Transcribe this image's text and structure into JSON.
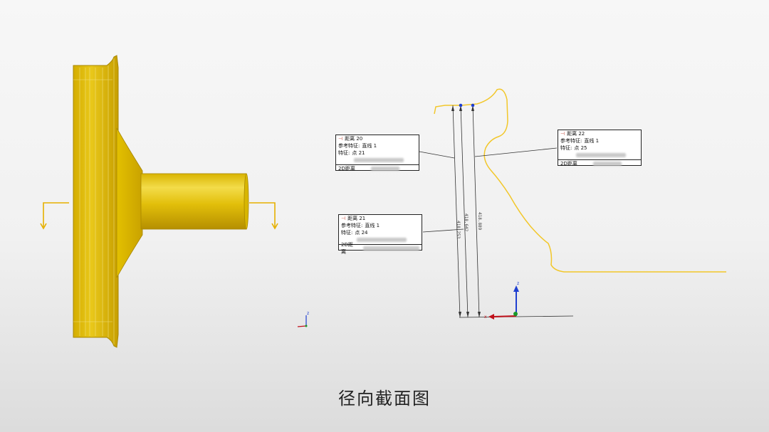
{
  "caption": "径向截面图",
  "callouts": [
    {
      "id": "c20",
      "title": "距离 20",
      "ref_label": "参考特征:",
      "ref_value": "直线 1",
      "feat_label": "特征:",
      "feat_value": "点 21",
      "footer": "2D距离"
    },
    {
      "id": "c22",
      "title": "距离 22",
      "ref_label": "参考特征:",
      "ref_value": "直线 1",
      "feat_label": "特征:",
      "feat_value": "点 25",
      "footer": "2D距离"
    },
    {
      "id": "c21",
      "title": "距离 21",
      "ref_label": "参考特征:",
      "ref_value": "直线 1",
      "feat_label": "特征:",
      "feat_value": "点 24",
      "footer": "2D距离"
    }
  ],
  "dimensions": [
    "418.253",
    "418.642",
    "418.889"
  ],
  "axes": {
    "z": "z",
    "x": "x"
  },
  "colors": {
    "part_yellow": "#e6c100",
    "part_dark": "#b89500",
    "profile": "#f2c72a",
    "axis_blue": "#1f3fd0",
    "axis_red": "#c0101a",
    "axis_green": "#1a9a2a",
    "section_arrow": "#e6b000"
  }
}
